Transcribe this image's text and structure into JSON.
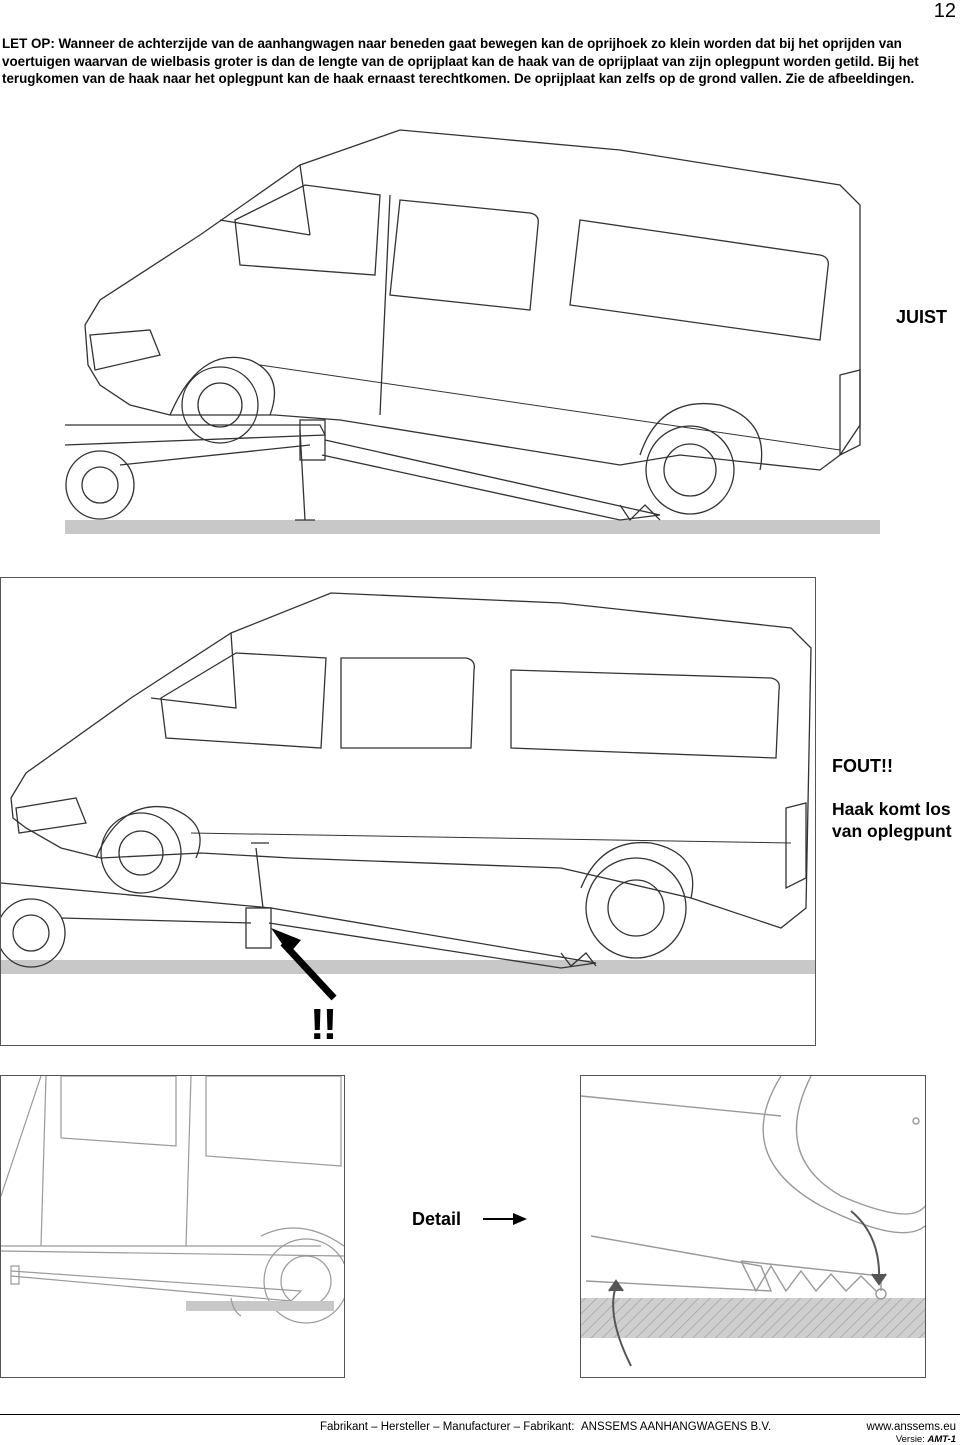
{
  "page": {
    "number": "12",
    "notice": "LET OP: Wanneer de achterzijde van de aanhangwagen naar beneden gaat bewegen kan de oprijhoek zo klein worden dat bij het oprijden van voertuigen waarvan de wielbasis groter is dan de lengte van de oprijplaat kan de haak van de oprijplaat van zijn oplegpunt worden getild. Bij het terugkomen van de haak naar het oplegpunt kan de haak ernaast terechtkomen. De oprijplaat kan zelfs op de grond vallen. Zie de afbeeldingen."
  },
  "figures": {
    "correct": {
      "label": "JUIST"
    },
    "wrong": {
      "label": "FOUT!!",
      "sublabel": "Haak komt los van oplegpunt",
      "warning": "!!"
    },
    "detail": {
      "label": "Detail"
    }
  },
  "icons": {
    "pointer_arrow": "arrow-pointing-to-hook",
    "detail_arrow": "arrow-right-icon",
    "rotation_arrows": "curved-arrow-icon"
  },
  "footer": {
    "line": "Fabrikant – Hersteller – Manufacturer – Fabrikant:",
    "company": "ANSSEMS AANHANGWAGENS B.V.",
    "website": "www.anssems.eu",
    "version_label": "Versie:",
    "version_value": "AMT-1"
  }
}
